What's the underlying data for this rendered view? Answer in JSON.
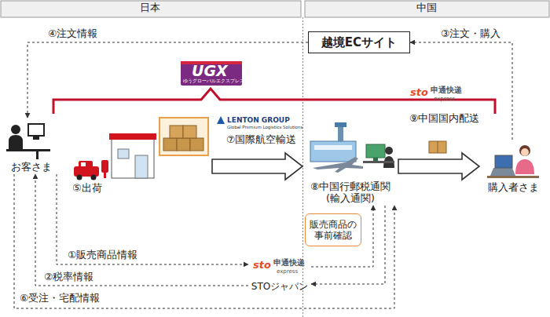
{
  "diagram": {
    "nodes": [
      {
        "text": [
          "越境ECサイト"
        ]
      },
      {
        "text": [
          "お客さま"
        ]
      },
      {
        "text": [
          "⑤出荷"
        ]
      },
      {
        "text": [
          "⑧中国行郵税通関 (輸入通関)"
        ]
      },
      {
        "text": [
          "購入者さま"
        ]
      },
      {
        "text": [
          "販売商品の事前確認"
        ]
      },
      {
        "text": [
          "STOジャパン"
        ]
      }
    ],
    "edges": [
      {
        "from": 0,
        "to": 1,
        "label": "④注文情報",
        "arrow": "to"
      },
      {
        "from": 4,
        "to": 0,
        "label": "③注文・購入",
        "arrow": "to"
      },
      {
        "from": 2,
        "to": 3,
        "label": "⑦国際航空輸送",
        "arrow": "to"
      },
      {
        "from": 3,
        "to": 4,
        "label": "⑨中国国内配送",
        "arrow": "to"
      },
      {
        "from": 1,
        "to": 6,
        "label": "①販売商品情報",
        "arrow": "to"
      },
      {
        "from": 6,
        "to": 1,
        "label": "②税率情報",
        "arrow": "to"
      },
      {
        "from": 1,
        "to": 3,
        "label": "⑥受注・宅配情報",
        "arrow": "to"
      },
      {
        "from": 6,
        "to": 3,
        "arrow": "to"
      },
      {
        "from": 3,
        "to": 6,
        "arrow": "to"
      }
    ],
    "labels": [
      "日本",
      "中国",
      "UGX",
      "ゆうグローバルエクスプレス",
      "LENTON GROUP",
      "Global Premium Logistics Solutions",
      "sto",
      "申通快递",
      "express",
      "sto",
      "申通快递",
      "express"
    ]
  }
}
